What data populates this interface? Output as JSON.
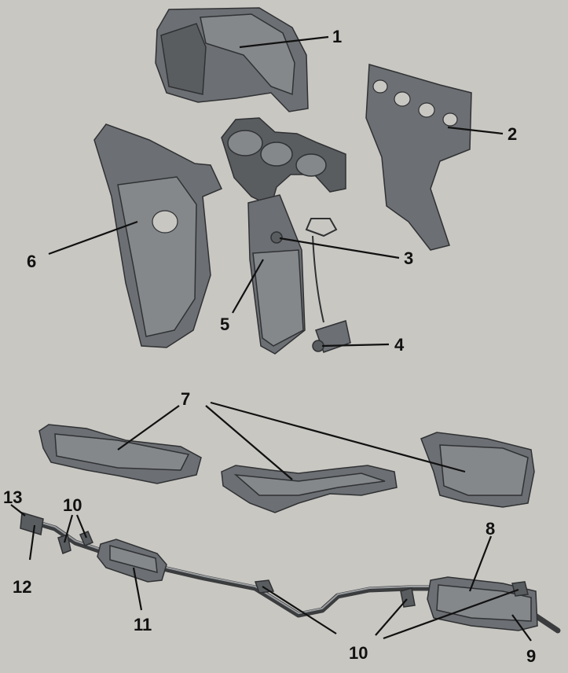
{
  "callouts": [
    {
      "id": "c1",
      "label": "1"
    },
    {
      "id": "c2",
      "label": "2"
    },
    {
      "id": "c3",
      "label": "3"
    },
    {
      "id": "c4",
      "label": "4"
    },
    {
      "id": "c5",
      "label": "5"
    },
    {
      "id": "c6",
      "label": "6"
    },
    {
      "id": "c7",
      "label": "7"
    },
    {
      "id": "c8",
      "label": "8"
    },
    {
      "id": "c9",
      "label": "9"
    },
    {
      "id": "c10a",
      "label": "10"
    },
    {
      "id": "c10b",
      "label": "10"
    },
    {
      "id": "c11",
      "label": "11"
    },
    {
      "id": "c12",
      "label": "12"
    },
    {
      "id": "c13",
      "label": "13"
    }
  ]
}
